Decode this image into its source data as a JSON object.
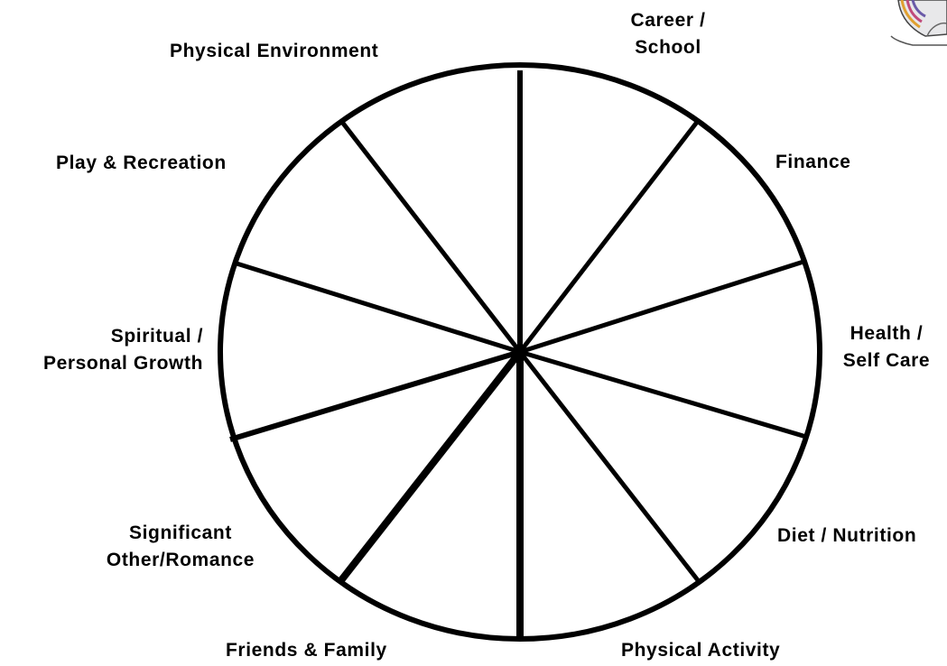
{
  "segments": [
    {
      "id": "career",
      "lines": [
        "Career /",
        "School"
      ]
    },
    {
      "id": "finance",
      "lines": [
        "Finance"
      ]
    },
    {
      "id": "health",
      "lines": [
        "Health /",
        "Self Care"
      ]
    },
    {
      "id": "diet",
      "lines": [
        "Diet / Nutrition"
      ]
    },
    {
      "id": "activity",
      "lines": [
        "Physical Activity"
      ]
    },
    {
      "id": "friends",
      "lines": [
        "Friends & Family"
      ]
    },
    {
      "id": "romance",
      "lines": [
        "Significant",
        "Other/Romance"
      ]
    },
    {
      "id": "spiritual",
      "lines": [
        "Spiritual /",
        "Personal Growth"
      ]
    },
    {
      "id": "play",
      "lines": [
        "Play & Recreation"
      ]
    },
    {
      "id": "environment",
      "lines": [
        "Physical Environment"
      ]
    }
  ],
  "colors": {
    "stroke": "#000000",
    "background": "#ffffff"
  },
  "decoration": {
    "icon": "pencil-drawing-icon"
  }
}
